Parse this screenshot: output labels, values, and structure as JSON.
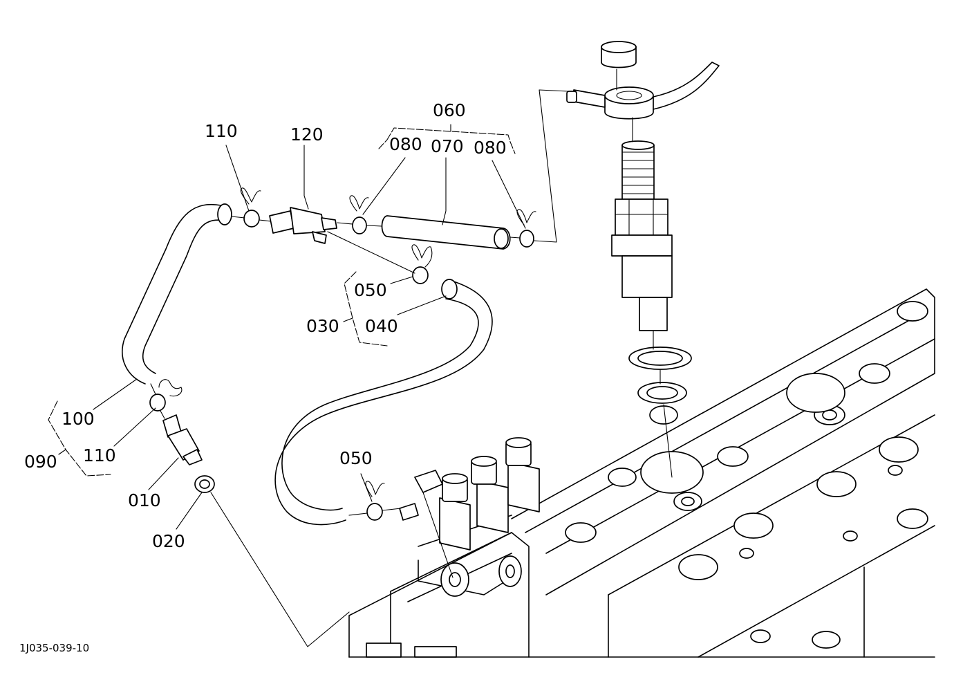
{
  "diagram_code": "1J035-039-10",
  "labels": {
    "p010": "010",
    "p020": "020",
    "p030": "030",
    "p040": "040",
    "p050_top": "050",
    "p050_bottom": "050",
    "p060": "060",
    "p070": "070",
    "p080_left": "080",
    "p080_right": "080",
    "p090": "090",
    "p100": "100",
    "p110_top": "110",
    "p110_bottom": "110",
    "p120": "120"
  }
}
